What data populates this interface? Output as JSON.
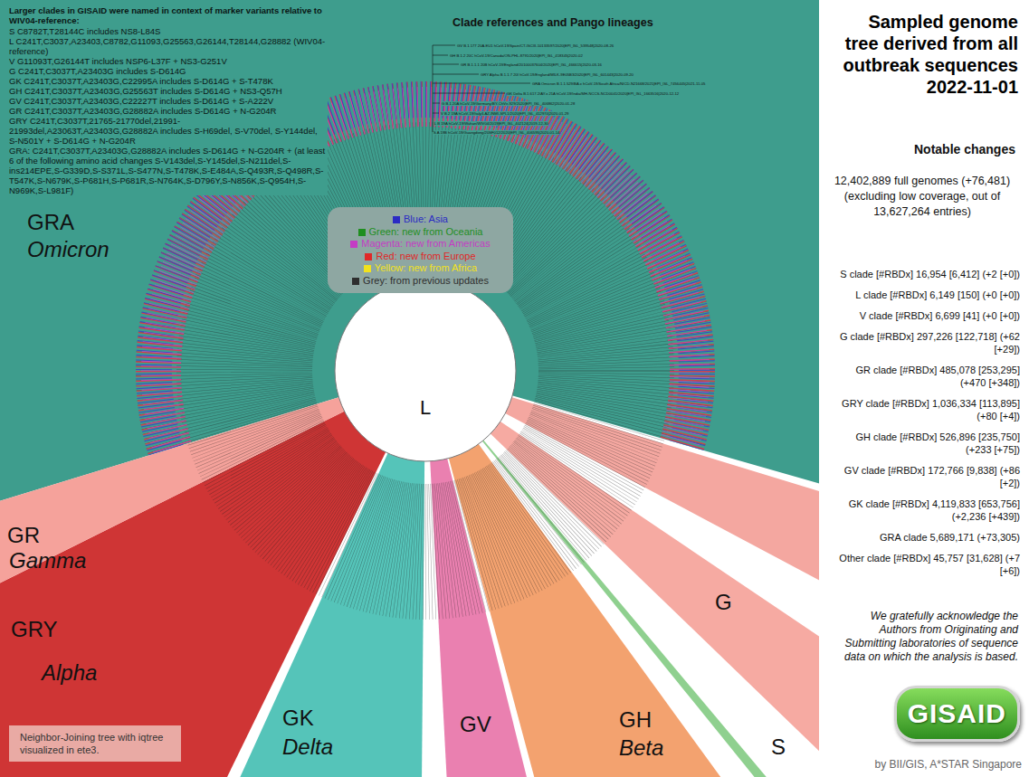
{
  "diagram": {
    "title": "Sampled genome tree derived from all outbreak sequences 2022-11-01",
    "nodes": [
      {
        "text": [
          "Neighbor-Joining tree with iqtree visualized in ete3."
        ]
      },
      {
        "text": [
          "GISAID"
        ]
      }
    ],
    "labels": [
      "Larger clades in GISAID were named in context of marker variants relative to WIV04-reference:",
      "S C8782T,T28144C includes NS8-L84S",
      "L C241T,C3037,A23403,C8782,G11093,G25563,G26144,T28144,G28882 (WIV04-reference)",
      "V G11093T,G26144T includes NSP6-L37F + NS3-G251V",
      "G C241T,C3037T,A23403G includes S-D614G",
      "GK C241T,C3037T,A23403G,C22995A includes S-D614G + S-T478K",
      "GH C241T,C3037T,A23403G,G25563T includes S-D614G + NS3-Q57H",
      "GV C241T,C3037T,A23403G,C22227T includes S-D614G + S-A222V",
      "GR C241T,C3037T,A23403G,G28882A includes S-D614G + N-G204R",
      "GRY C241T,C3037T,21765-21770del,21991-21993del,A23063T,A23403G,G28882A includes S-H69del, S-V70del, S-Y144del, S-N501Y + S-D614G + N-G204R",
      "GRA: C241T,C3037T,A23403G,G28882A includes S-D614G + N-G204R + (at least 6 of the following amino acid changes S-V143del,S-Y145del,S-N211del,S-ins214EPE,S-G339D,S-S371L,S-S477N,S-T478K,S-E484A,S-Q493R,S-Q498R,S-T547K,S-N679K,S-P681H,S-P681R,S-N764K,S-D796Y,S-N856K,S-Q954H,S-N969K,S-L981F)",
      "Clade references and Pango lineages",
      "GV B.1.177 20A.EU1 hCoV-19/Spain/CT-ISCIII-10133597/2020|EPI_ISL_539548|2020-08-26",
      "GH B.1.2 20C hCoV-19/Canada/ON-PHL-8791/2020|EPI_ISL_418345|2020-02",
      "GR B.1.1.1 20B hCoV-19/England/20100037604/2020|EPI_ISL_466615|2020-03-16",
      "GRY Alpha B.1.1.7 20I hCoV-19/England/MILK-9E05B3/2020|EPI_ISL_601443|2020-09-20",
      "GRA Omicron B.1.1.529/BA.x hCoV-19/South Africa/NICD-N21668/2021|EPI_ISL_7456445|2021-11-05",
      "GK Delta B.1.617.2/AY.x 21A hCoV-19/India/MH-NCCS-NCD0041/2020|EPI_ISL_1663516|2020-12-12",
      "G B.1 20A hCoV-19/Germany/BY-ChVir-929/2020|EPI_ISL_406862|2020-01-28",
      "V B.2 19A hCoV-19/Italy/LAZ-INMI-SPL1/2020|EPI_ISL_412974|2020-01-29",
      "L B 19A hCoV-19/Wuhan/WIV04/2019|EPI_ISL_402124|2019-12-30",
      "S A 19B hCoV-19/Guangdong/20SF012/2020|EPI_ISL_406595|2020-01-14",
      "Notable changes",
      "12,402,889 full genomes (+76,481) (excluding low coverage, out of 13,627,264 entries)",
      "S clade [#RBDx] 16,954 [6,412] (+2 [+0])",
      "L clade [#RBDx] 6,149 [150] (+0 [+0])",
      "V clade [#RBDx] 6,699 [41] (+0 [+0])",
      "G clade [#RBDx] 297,226 [122,718] (+62 [+29])",
      "GR clade [#RBDx] 485,078 [253,295] (+470 [+348])",
      "GRY clade [#RBDx] 1,036,334 [113,895] (+80 [+4])",
      "GH clade [#RBDx] 526,896 [235,750] (+233 [+75])",
      "GV clade [#RBDx] 172,766 [9,838] (+86 [+2])",
      "GK clade [#RBDx] 4,119,833 [653,756] (+2,236 [+439])",
      "GRA clade 5,689,171 (+73,305)",
      "Other clade [#RBDx] 45,757 [31,628] (+7 [+6])",
      "We gratefully acknowledge the Authors from Originating and Submitting laboratories of sequence data on which the analysis is based.",
      "by BII/GIS, A*STAR Singapore",
      "GRA",
      "Omicron",
      "GR",
      "Gamma",
      "GRY",
      "Alpha",
      "GK",
      "Delta",
      "GV",
      "GH",
      "Beta",
      "S",
      "G",
      "L"
    ],
    "legend": [
      {
        "text": "Blue: Asia",
        "color": "#2b2bc4"
      },
      {
        "text": "Green: new from Oceania",
        "color": "#1f8f1f"
      },
      {
        "text": "Magenta: new from Americas",
        "color": "#c43cc4"
      },
      {
        "text": "Red: new from Europe",
        "color": "#e02828"
      },
      {
        "text": "Yellow: new from Africa",
        "color": "#f2e21c"
      },
      {
        "text": "Grey: from previous updates",
        "color": "#2e2e2e"
      }
    ]
  }
}
